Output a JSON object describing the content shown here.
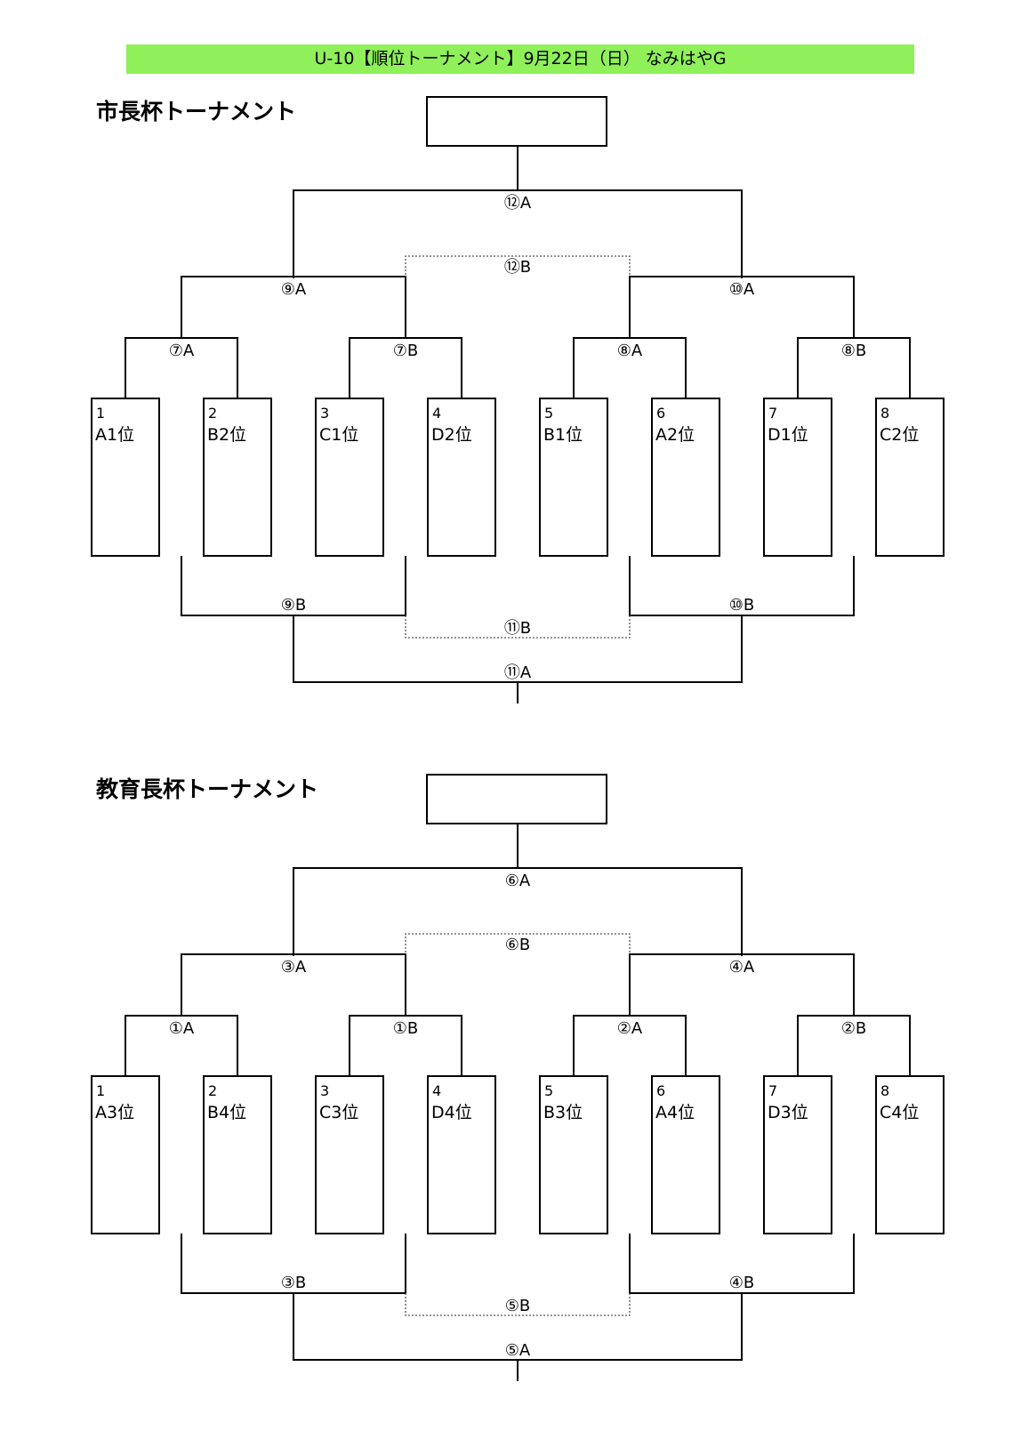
{
  "header": {
    "title": "U-10【順位トーナメント】9月22日（日） なみはやG"
  },
  "tournaments": [
    {
      "title": "市長杯トーナメント",
      "matches": {
        "r1": [
          "⑦A",
          "⑦B",
          "⑧A",
          "⑧B"
        ],
        "semis_winner": [
          "⑨A",
          "⑩A"
        ],
        "final": "⑫A",
        "final_b": "⑫B",
        "semis_loser": [
          "⑨B",
          "⑩B"
        ],
        "third_b": "⑪B",
        "third": "⑪A"
      },
      "teams": [
        {
          "seed": "1",
          "name": "A1位"
        },
        {
          "seed": "2",
          "name": "B2位"
        },
        {
          "seed": "3",
          "name": "C1位"
        },
        {
          "seed": "4",
          "name": "D2位"
        },
        {
          "seed": "5",
          "name": "B1位"
        },
        {
          "seed": "6",
          "name": "A2位"
        },
        {
          "seed": "7",
          "name": "D1位"
        },
        {
          "seed": "8",
          "name": "C2位"
        }
      ]
    },
    {
      "title": "教育長杯トーナメント",
      "matches": {
        "r1": [
          "①A",
          "①B",
          "②A",
          "②B"
        ],
        "semis_winner": [
          "③A",
          "④A"
        ],
        "final": "⑥A",
        "final_b": "⑥B",
        "semis_loser": [
          "③B",
          "④B"
        ],
        "third_b": "⑤B",
        "third": "⑤A"
      },
      "teams": [
        {
          "seed": "1",
          "name": "A3位"
        },
        {
          "seed": "2",
          "name": "B4位"
        },
        {
          "seed": "3",
          "name": "C3位"
        },
        {
          "seed": "4",
          "name": "D4位"
        },
        {
          "seed": "5",
          "name": "B3位"
        },
        {
          "seed": "6",
          "name": "A4位"
        },
        {
          "seed": "7",
          "name": "D3位"
        },
        {
          "seed": "8",
          "name": "C4位"
        }
      ]
    }
  ],
  "colors": {
    "banner": "#8ff05a",
    "line": "#000000",
    "dotted": "#555555"
  }
}
